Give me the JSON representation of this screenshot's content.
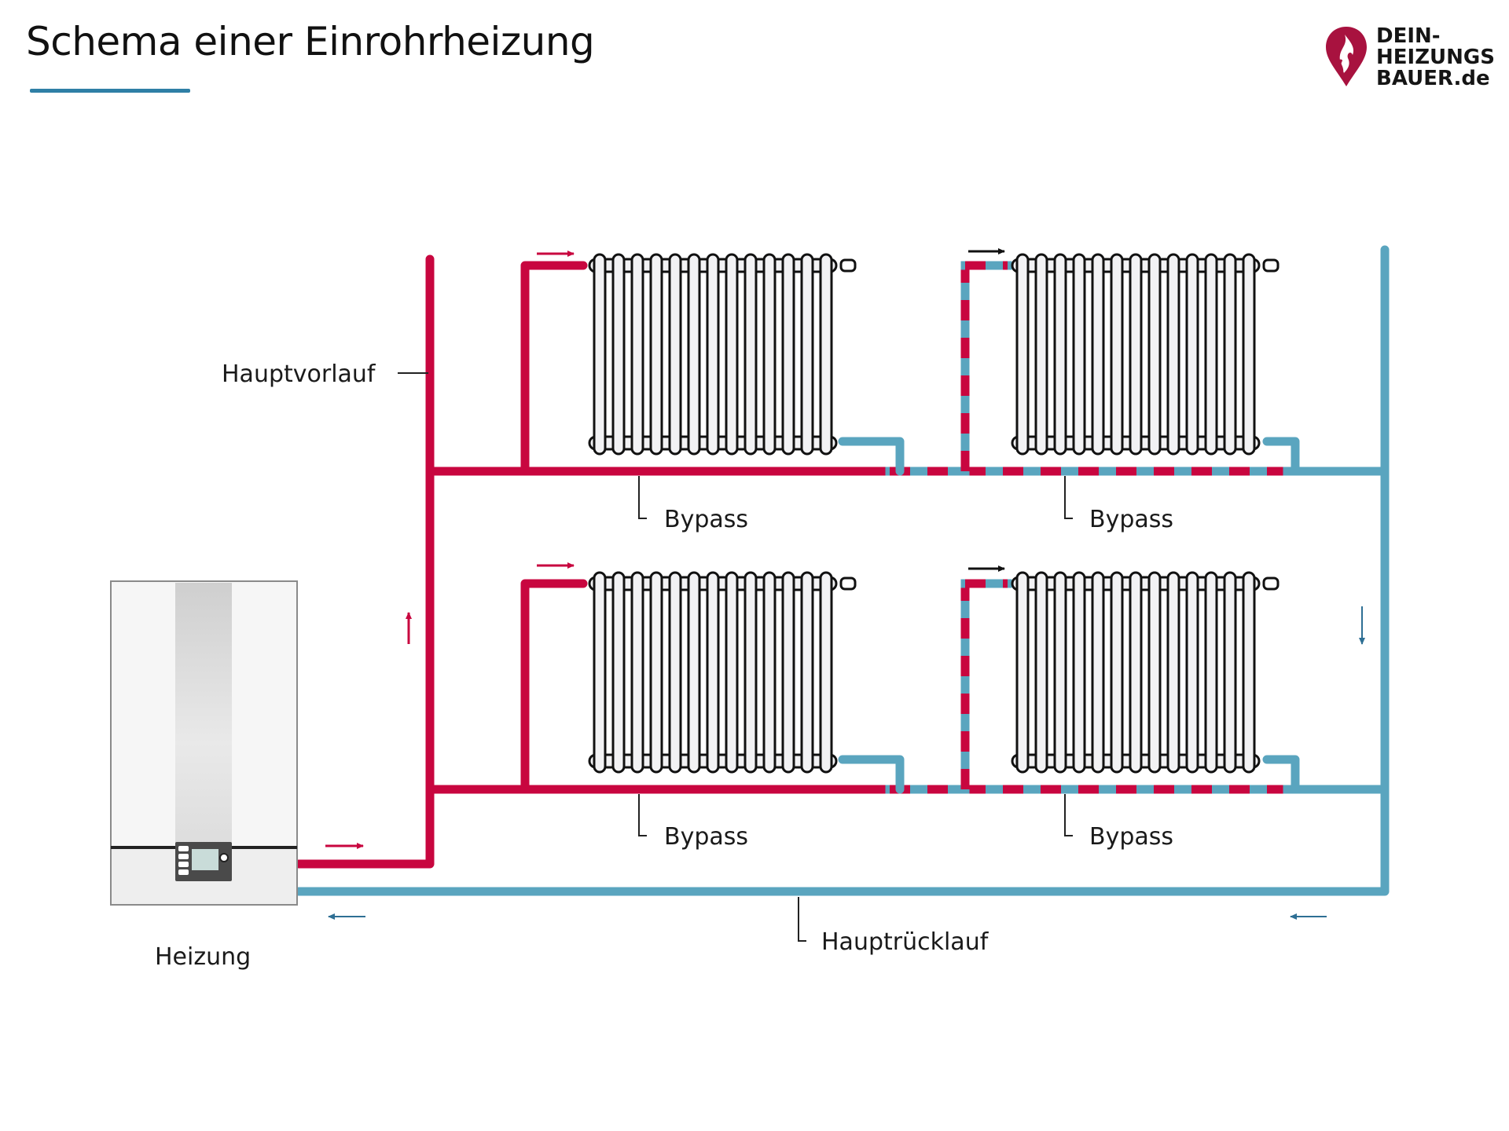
{
  "title": "Schema einer Einrohrheizung",
  "logo": {
    "lines": [
      "DEIN-",
      "HEIZUNGS",
      "BAUER.de"
    ],
    "icon": "flame-pin-icon",
    "color": "#a8123f"
  },
  "colors": {
    "supply": "#c8063f",
    "return": "#5aa5bf",
    "accent_underline": "#2f7fa6",
    "arrow_return": "#2e6f94"
  },
  "labels": {
    "main_supply": "Hauptvorlauf",
    "main_return": "Hauptrücklauf",
    "boiler": "Heizung",
    "bypass": [
      "Bypass",
      "Bypass",
      "Bypass",
      "Bypass"
    ]
  },
  "diagram": {
    "floors": 2,
    "radiators_per_floor": 2,
    "radiator_sections": 13,
    "radiators": [
      {
        "name": "radiator-upper-left",
        "supply": "hot"
      },
      {
        "name": "radiator-upper-right",
        "supply": "mixed"
      },
      {
        "name": "radiator-lower-left",
        "supply": "hot"
      },
      {
        "name": "radiator-lower-right",
        "supply": "mixed"
      }
    ]
  }
}
